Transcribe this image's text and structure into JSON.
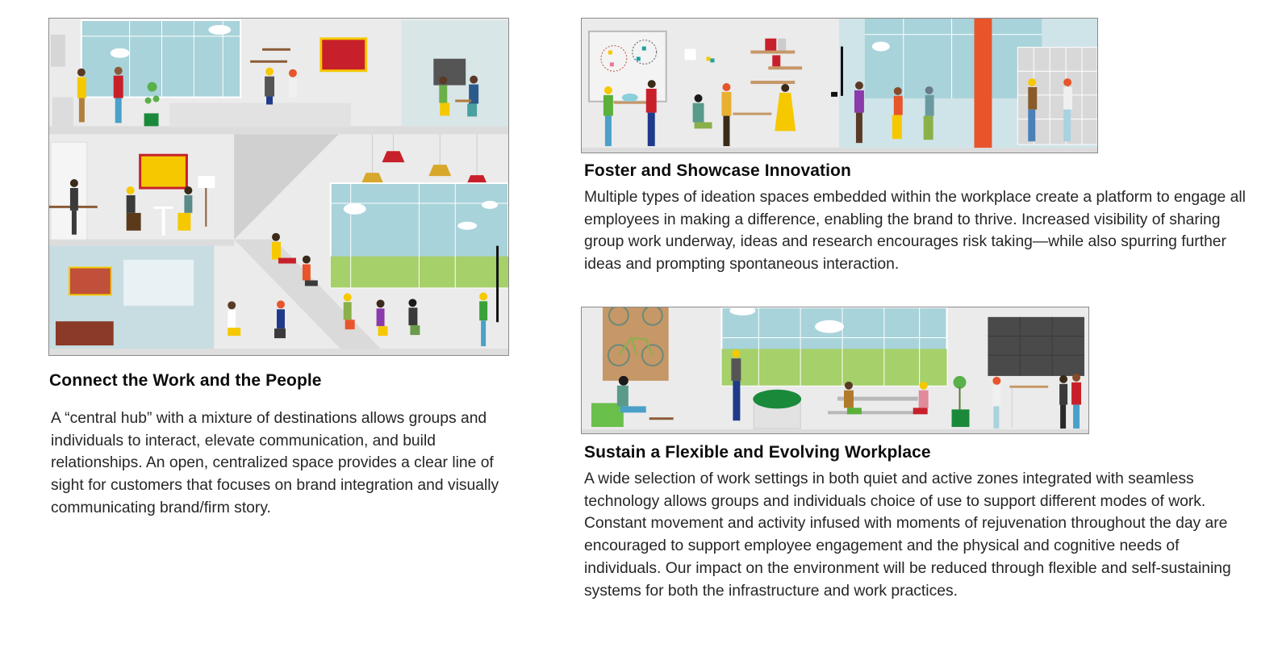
{
  "sections": [
    {
      "id": "hub",
      "title": "Connect the Work and the People",
      "body": "A “central hub” with a mixture of destinations allows groups and individuals to interact, elevate communication, and build relationships. An open, centralized space provides a clear line of sight for customers that focuses on brand integration and visually communicating brand/firm story.",
      "illustration": "office-central-hub-illustration"
    },
    {
      "id": "innovation",
      "title": "Foster and Showcase Innovation",
      "body": "Multiple types of ideation spaces embedded within the workplace create a platform to engage all employees in making a difference, enabling the brand to thrive. Increased visibility of sharing group work underway, ideas and research encourages risk taking—while also spurring further ideas and prompting spontaneous interaction.",
      "illustration": "ideation-space-illustration"
    },
    {
      "id": "flexible",
      "title": "Sustain a Flexible and Evolving Workplace",
      "body": "A wide selection of work settings in both quiet and active zones integrated with seamless technology allows groups and individuals choice of use to support different modes of work. Constant movement and activity infused with moments of rejuvenation throughout the day are encouraged to support employee engagement and the physical and cognitive needs of individuals. Our impact on the environment will be reduced through flexible and self-sustaining systems for both the infrastructure and work practices.",
      "illustration": "flexible-workplace-illustration"
    }
  ],
  "palette": {
    "wall": "#ebebeb",
    "sky": "#a8d3da",
    "grass": "#a6d06a",
    "red": "#c8202a",
    "yellow": "#f5c800",
    "mustard": "#d8a82c",
    "orange": "#e8552a",
    "green": "#3a9a3a",
    "screen": "#4a4a4a",
    "cork": "#c69767"
  }
}
